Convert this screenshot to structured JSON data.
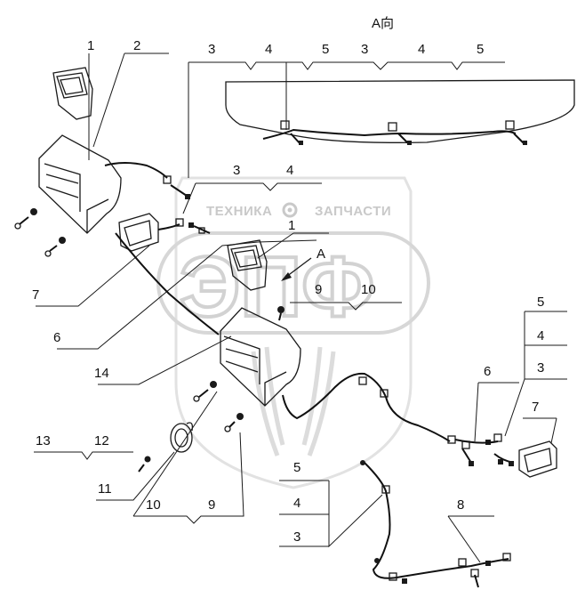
{
  "view_label": "A向",
  "section_marker": "A",
  "watermark": {
    "left_word": "ТЕХНИКА",
    "right_word": "ЗАПЧАСТИ",
    "logo": "ЭПФ"
  },
  "callouts": {
    "c1": "1",
    "c2": "2",
    "c3a": "3",
    "c4a": "4",
    "c5a": "5",
    "c3b": "3",
    "c4b": "4",
    "c5b": "5",
    "c3c": "3",
    "c4c": "4",
    "c1b": "1",
    "c9a": "9",
    "c10a": "10",
    "c7a": "7",
    "c6a": "6",
    "c14": "14",
    "c5r": "5",
    "c4r": "4",
    "c3r": "3",
    "c6r": "6",
    "c7r": "7",
    "c13": "13",
    "c12": "12",
    "c11": "11",
    "c10b": "10",
    "c9b": "9",
    "c5m": "5",
    "c4m": "4",
    "c3m": "3",
    "c8": "8"
  }
}
